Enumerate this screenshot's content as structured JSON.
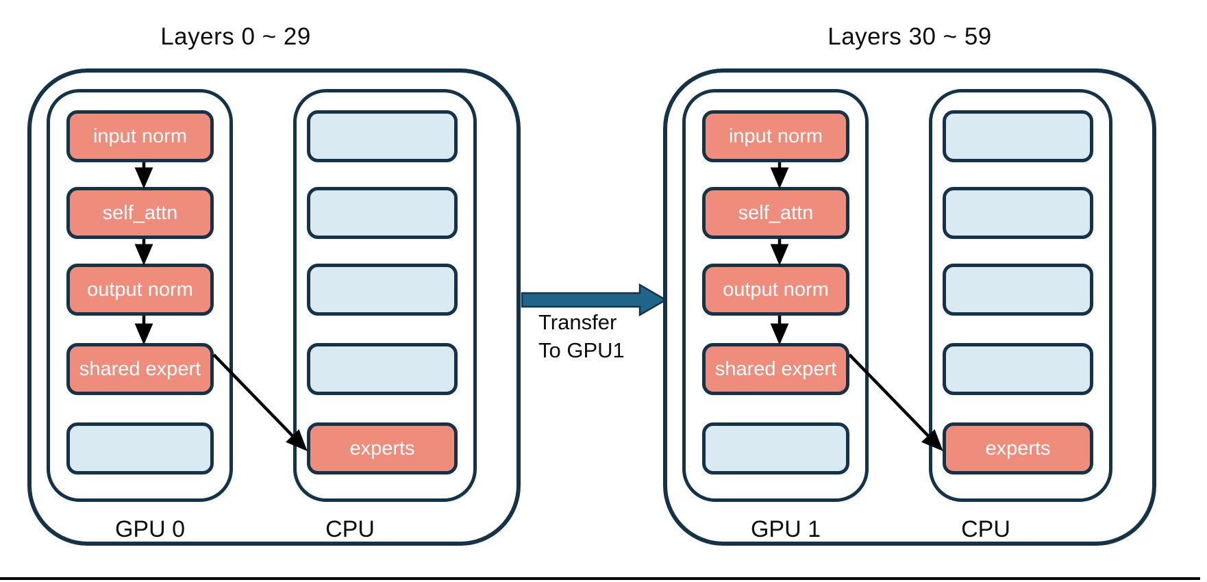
{
  "diagram": {
    "groups": [
      {
        "title": "Layers 0 ~ 29",
        "gpu_label": "GPU 0",
        "cpu_label": "CPU",
        "gpu_boxes": [
          "input norm",
          "self_attn",
          "output norm",
          "shared expert",
          ""
        ],
        "cpu_boxes": [
          "",
          "",
          "",
          "",
          "experts"
        ]
      },
      {
        "title": "Layers 30 ~ 59",
        "gpu_label": "GPU 1",
        "cpu_label": "CPU",
        "gpu_boxes": [
          "input norm",
          "self_attn",
          "output norm",
          "shared expert",
          ""
        ],
        "cpu_boxes": [
          "",
          "",
          "",
          "",
          "experts"
        ]
      }
    ],
    "transfer": {
      "line1": "Transfer",
      "line2": "To GPU1"
    },
    "colors": {
      "background": "#ffffff",
      "border_navy": "#153348",
      "box_salmon": "#EF8D7C",
      "box_blue": "#D9EAF2",
      "arrow_teal": "#1F6589",
      "text_black": "#0d0d0d",
      "text_white": "#ffffff"
    }
  }
}
